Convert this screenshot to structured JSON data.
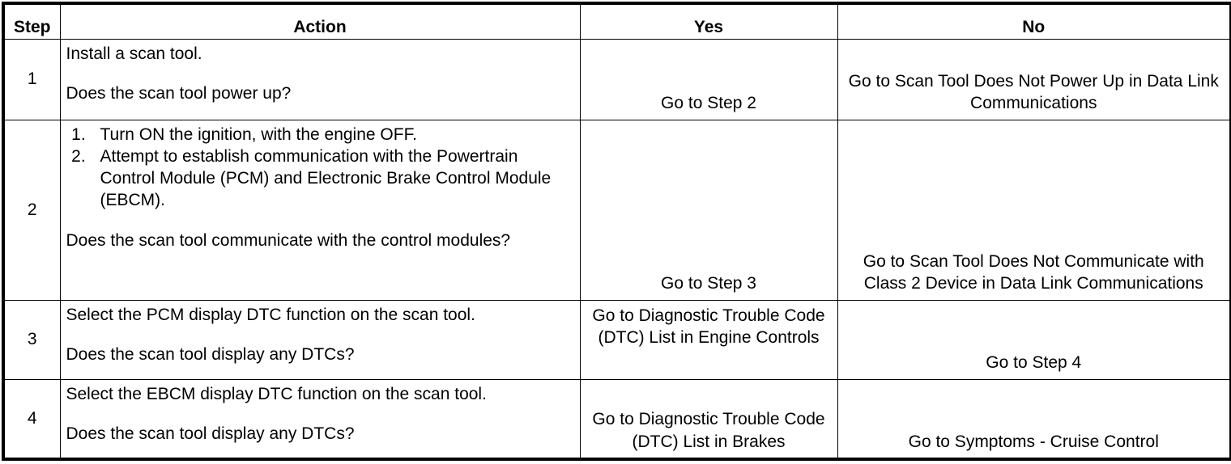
{
  "table": {
    "columns": [
      {
        "key": "step",
        "label": "Step"
      },
      {
        "key": "action",
        "label": "Action"
      },
      {
        "key": "yes",
        "label": "Yes"
      },
      {
        "key": "no",
        "label": "No"
      }
    ],
    "rows": [
      {
        "step": "1",
        "action_lines": [
          "Install a scan tool.",
          "Does the scan tool power up?"
        ],
        "action_list": [],
        "yes": "Go to Step 2",
        "no": "Go to Scan Tool Does Not Power Up in Data Link Communications",
        "yes_align": "bottom",
        "no_align": "bottom"
      },
      {
        "step": "2",
        "action_lines": [
          "Does the scan tool communicate with the control modules?"
        ],
        "action_list": [
          "Turn ON the ignition, with the engine OFF.",
          "Attempt to establish communication with the Powertrain Control Module (PCM) and Electronic Brake Control Module (EBCM)."
        ],
        "yes": "Go to Step 3",
        "no": "Go to Scan Tool Does Not Communicate with Class 2 Device in Data Link Communications",
        "yes_align": "bottom",
        "no_align": "bottom"
      },
      {
        "step": "3",
        "action_lines": [
          "Select the PCM display DTC function on the scan tool.",
          "Does the scan tool display any DTCs?"
        ],
        "action_list": [],
        "yes": "Go to Diagnostic Trouble Code (DTC) List in Engine Controls",
        "no": "Go to Step 4",
        "yes_align": "top",
        "no_align": "bottom"
      },
      {
        "step": "4",
        "action_lines": [
          "Select the EBCM display DTC function on the scan tool.",
          "Does the scan tool display any DTCs?"
        ],
        "action_list": [],
        "yes": "Go to Diagnostic Trouble Code (DTC) List in Brakes",
        "no": "Go to Symptoms - Cruise Control",
        "yes_align": "bottom",
        "no_align": "bottom"
      }
    ]
  },
  "colors": {
    "border": "#000000",
    "background": "#ffffff",
    "text": "#000000"
  }
}
